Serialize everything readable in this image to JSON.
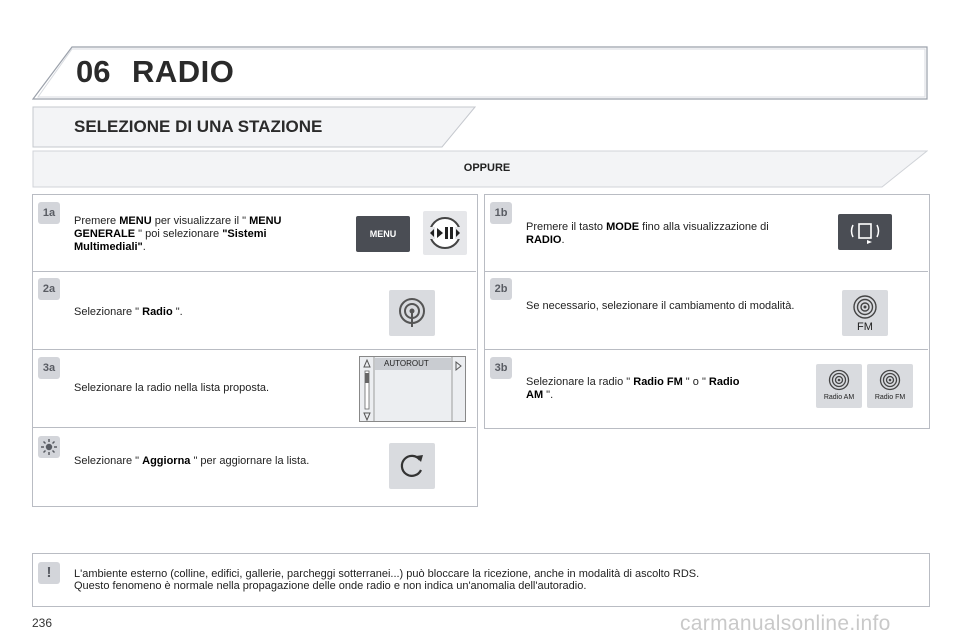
{
  "chapter": {
    "number": "06",
    "title": "RADIO"
  },
  "section_title": "SELEZIONE DI UNA STAZIONE",
  "or_label": "OPPURE",
  "left_steps": {
    "s1": {
      "badge": "1a",
      "t1": "Premere ",
      "b1": "MENU",
      "t2": " per visualizzare il \" ",
      "b2": "MENU GENERALE",
      "t3": " \" poi selezionare ",
      "b3": "\"Sistemi Multimediali\"",
      "t4": ".",
      "button_label": "MENU"
    },
    "s2": {
      "badge": "2a",
      "t1": "Selezionare \" ",
      "b1": "Radio",
      "t2": " \"."
    },
    "s3": {
      "badge": "3a",
      "text": "Selezionare la radio nella lista proposta.",
      "list_item": "AUTOROUT"
    },
    "s4": {
      "badge": "☀",
      "t1": "Selezionare \" ",
      "b1": "Aggiorna",
      "t2": " \" per aggiornare la lista."
    }
  },
  "right_steps": {
    "s1": {
      "badge": "1b",
      "t1": "Premere il tasto ",
      "b1": "MODE",
      "t2": " fino alla visualizzazione di ",
      "b2": "RADIO",
      "t3": "."
    },
    "s2": {
      "badge": "2b",
      "text": "Se necessario, selezionare il cambiamento di modalità.",
      "icon_label": "FM"
    },
    "s3": {
      "badge": "3b",
      "t1": "Selezionare la radio \" ",
      "b1": "Radio FM",
      "t2": " \" o \" ",
      "b2": "Radio AM",
      "t3": " \".",
      "am_label": "Radio AM",
      "fm_label": "Radio FM"
    }
  },
  "note": {
    "badge": "!",
    "line1": "L'ambiente esterno (colline, edifici, gallerie, parcheggi sotterranei...) può bloccare la ricezione, anche in modalità di ascolto RDS.",
    "line2": "Questo fenomeno è normale nella propagazione delle onde radio e non indica un'anomalia dell'autoradio."
  },
  "page_number": "236",
  "watermark": "carmanualsonline.info"
}
